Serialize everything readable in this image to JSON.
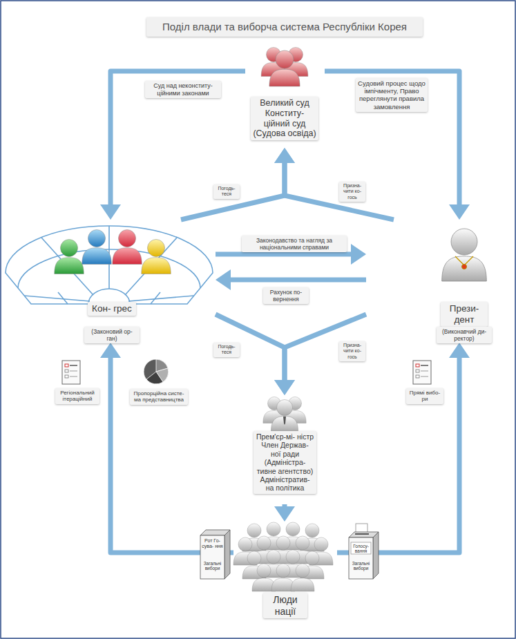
{
  "diagram": {
    "title": "Поділ влади та виборча система Республіки Корея",
    "nodes": [
      {
        "text": [
          "Великий суд Конститу- ційний суд (Судова освіда)"
        ]
      },
      {
        "text": [
          "Кон- грес",
          "(Законовий ор- ган)"
        ]
      },
      {
        "text": [
          "Прези- дент",
          "(Виконавчий ди- ректор)"
        ]
      },
      {
        "text": [
          "Прем'єр-мі- ністр Член Держав- ної ради (Адміністра- тивне агентство) Адміністратив- на політика"
        ]
      },
      {
        "text": [
          "Люди нації"
        ]
      }
    ],
    "edges": [
      {
        "from": 0,
        "to": 1,
        "arrow": "to",
        "label": "Суд над неконститу- ційними законами"
      },
      {
        "from": 0,
        "to": 2,
        "arrow": "to",
        "label": "Судовий процес щодо імпічменту, Право переглянути правила замовлення"
      },
      {
        "from": 1,
        "to": 0,
        "arrow": "to",
        "label": "Погодь- теся"
      },
      {
        "from": 2,
        "to": 0,
        "arrow": "to",
        "label": "Призна- чити ко- гось"
      },
      {
        "from": 1,
        "to": 2,
        "arrow": "to",
        "label": "Законодавство та нагляд за національними справами"
      },
      {
        "from": 2,
        "to": 1,
        "arrow": "to",
        "label": "Рахунок по- вернення"
      },
      {
        "from": 1,
        "to": 3,
        "arrow": "to",
        "label": "Погодь- теся"
      },
      {
        "from": 2,
        "to": 3,
        "arrow": "to",
        "label": "Призна- чити ко- гось"
      },
      {
        "from": 3,
        "to": 4,
        "arrow": "to"
      },
      {
        "from": 4,
        "to": 1,
        "arrow": "to"
      },
      {
        "from": 4,
        "to": 2,
        "arrow": "to",
        "label": "Прямі вибо- ри"
      }
    ],
    "labels": [
      "Регіональний ітераційний",
      "Пропорційна систе- ма представництва",
      "Рот Го- сува- ння",
      "Загальні вибори",
      "Голосу- вання",
      "Загальні вибори"
    ]
  }
}
